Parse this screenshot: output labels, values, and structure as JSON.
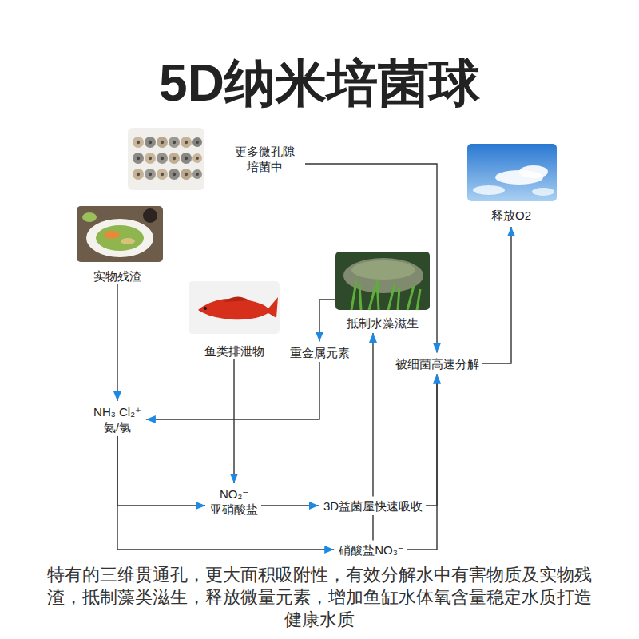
{
  "diagram": {
    "title": "5D纳米培菌球",
    "caption": "特有的三维贯通孔，更大面积吸附性，有效分解水中有害物质及实物残渣，抵制藻类滋生，释放微量元素，增加鱼缸水体氧含量稳定水质打造健康水质",
    "nodes": [
      {
        "text": [
          "更多微孔隙 培菌中"
        ]
      },
      {
        "text": [
          "释放O2"
        ]
      },
      {
        "text": [
          "实物残渣"
        ]
      },
      {
        "text": [
          "鱼类排泄物"
        ]
      },
      {
        "text": [
          "抵制水藻滋生"
        ]
      },
      {
        "text": [
          "重金属元素"
        ]
      },
      {
        "text": [
          "被细菌高速分解"
        ]
      },
      {
        "text": [
          "NH₃ Cl₂⁺",
          "氨/氯"
        ]
      },
      {
        "text": [
          "NO₂⁻",
          "亚硝酸盐"
        ]
      },
      {
        "text": [
          "3D益菌屋快速吸收"
        ]
      },
      {
        "text": [
          "硝酸盐NO₃⁻"
        ]
      }
    ],
    "edges": [
      {
        "from": 0,
        "to": 6,
        "arrow": "to"
      },
      {
        "from": 2,
        "to": 7,
        "arrow": "to"
      },
      {
        "from": 3,
        "to": 8,
        "arrow": "to"
      },
      {
        "from": 4,
        "to": 5,
        "arrow": "to"
      },
      {
        "from": 5,
        "to": 7,
        "arrow": "to"
      },
      {
        "from": 7,
        "to": 8,
        "arrow": "to"
      },
      {
        "from": 7,
        "to": 10,
        "arrow": "to"
      },
      {
        "from": 8,
        "to": 9,
        "arrow": "to"
      },
      {
        "from": 9,
        "to": 4,
        "arrow": "to"
      },
      {
        "from": 9,
        "to": 6,
        "arrow": "to"
      },
      {
        "from": 10,
        "to": 6,
        "arrow": "to"
      },
      {
        "from": 9,
        "to": 10,
        "arrow": "none"
      },
      {
        "from": 6,
        "to": 1,
        "arrow": "to"
      }
    ]
  }
}
